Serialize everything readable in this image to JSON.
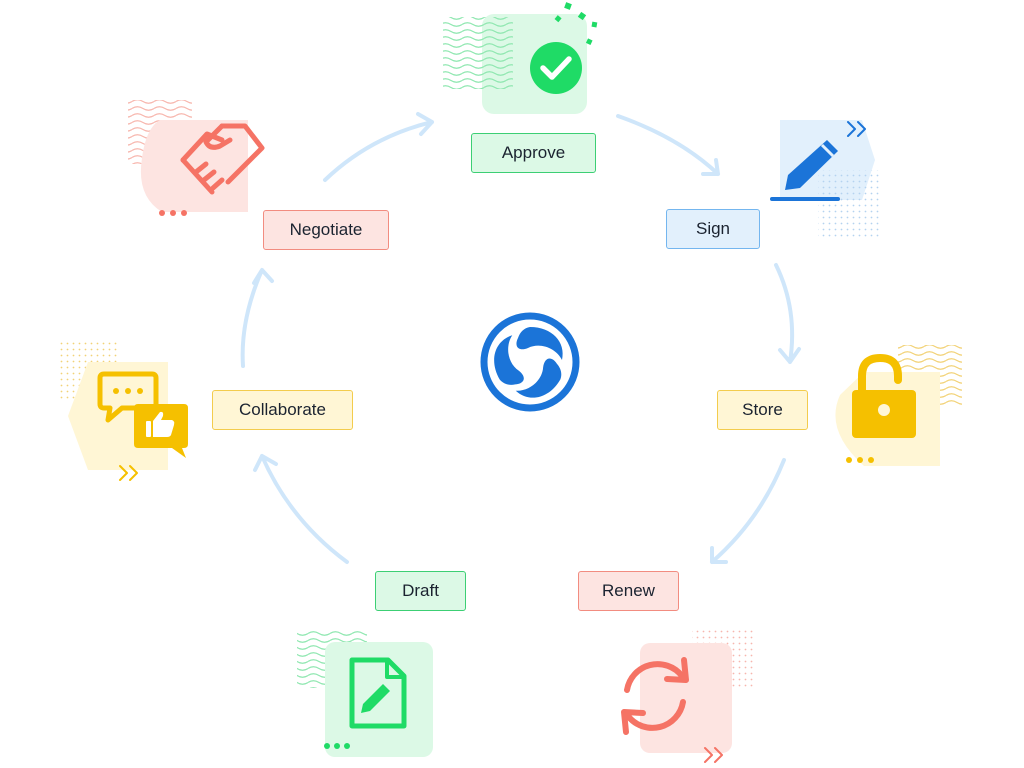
{
  "diagram": {
    "stages": {
      "approve": {
        "label": "Approve",
        "icon": "check-circle-icon",
        "color": "#1fdb66"
      },
      "sign": {
        "label": "Sign",
        "icon": "pen-icon",
        "color": "#1b74d8"
      },
      "store": {
        "label": "Store",
        "icon": "padlock-icon",
        "color": "#f5c000"
      },
      "renew": {
        "label": "Renew",
        "icon": "refresh-icon",
        "color": "#f57365"
      },
      "draft": {
        "label": "Draft",
        "icon": "document-edit-icon",
        "color": "#1fdb66"
      },
      "collaborate": {
        "label": "Collaborate",
        "icon": "chat-thumbs-up-icon",
        "color": "#f5c000"
      },
      "negotiate": {
        "label": "Negotiate",
        "icon": "handshake-icon",
        "color": "#f57365"
      }
    },
    "center_logo": {
      "icon": "triple-swirl-logo-icon",
      "color": "#1b74d8"
    },
    "arrow_color": "#cfe6fa"
  }
}
